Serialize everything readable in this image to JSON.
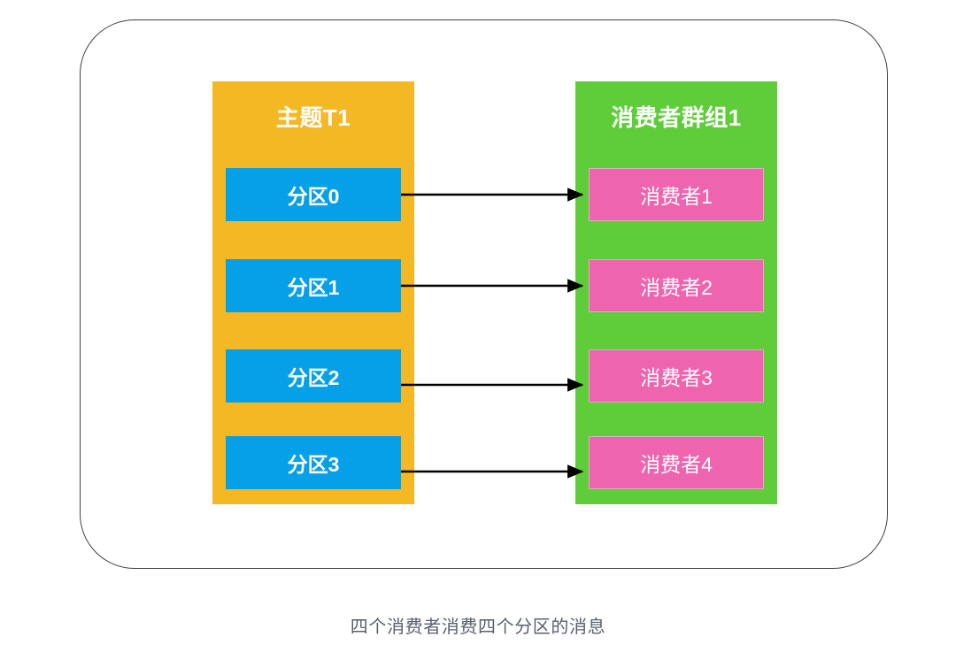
{
  "diagram": {
    "caption": "四个消费者消费四个分区的消息",
    "colors": {
      "topic_group": "#f5b825",
      "consumer_group": "#5ecd39",
      "partition": "#06a0e9",
      "consumer": "#ef64ae",
      "arrow": "#000000",
      "frame_border": "#3c4148",
      "caption_text": "#58606e",
      "label_text": "#ffffff",
      "background": "#ffffff"
    },
    "topic": {
      "title": "主题T1",
      "partitions": [
        {
          "label": "分区0"
        },
        {
          "label": "分区1"
        },
        {
          "label": "分区2"
        },
        {
          "label": "分区3"
        }
      ]
    },
    "consumer_group": {
      "title": "消费者群组1",
      "consumers": [
        {
          "label": "消费者1"
        },
        {
          "label": "消费者2"
        },
        {
          "label": "消费者3"
        },
        {
          "label": "消费者4"
        }
      ]
    },
    "connections": [
      {
        "from": "分区0",
        "to": "消费者1"
      },
      {
        "from": "分区1",
        "to": "消费者2"
      },
      {
        "from": "分区2",
        "to": "消费者3"
      },
      {
        "from": "分区3",
        "to": "消费者4"
      }
    ]
  }
}
